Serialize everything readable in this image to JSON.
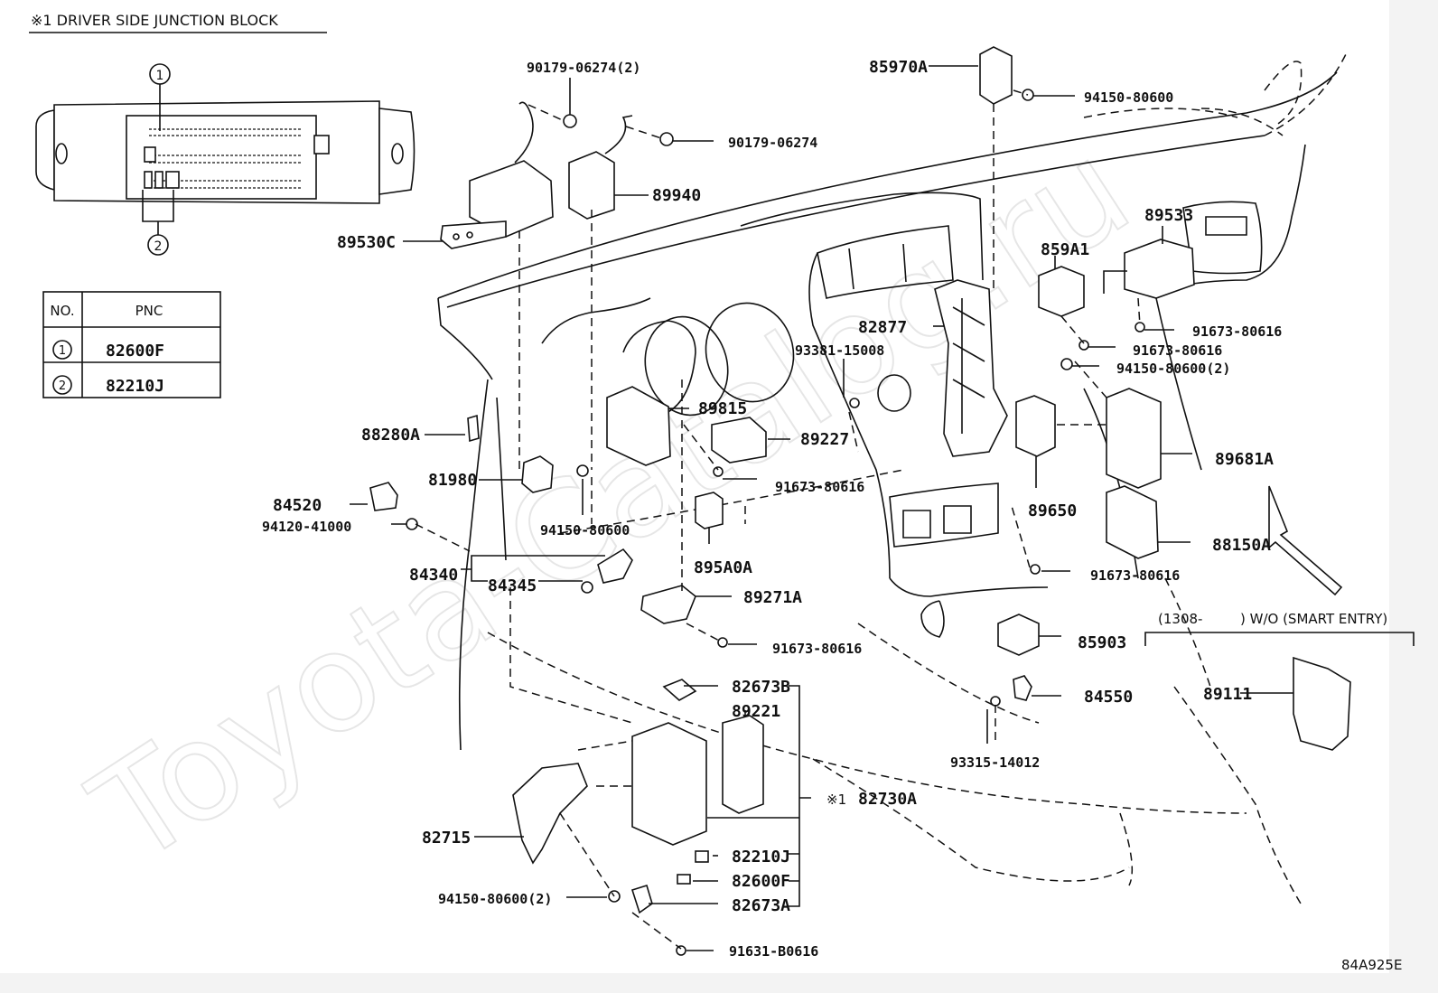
{
  "diagram": {
    "code": "84A925E",
    "watermark": "Toyota-Catalog.ru",
    "inset": {
      "title": "※1  DRIVER SIDE JUNCTION BLOCK",
      "callouts": [
        "1",
        "2"
      ],
      "table": {
        "headers": [
          "NO.",
          "PNC"
        ],
        "rows": [
          {
            "no": "1",
            "pnc": "82600F"
          },
          {
            "no": "2",
            "pnc": "82210J"
          }
        ]
      }
    },
    "variant_note": {
      "range": "(1308-",
      "condition": ") W/O (SMART ENTRY)"
    },
    "parts": {
      "p90179_06274_2": "90179-06274(2)",
      "p90179_06274": "90179-06274",
      "p89940": "89940",
      "p89530C": "89530C",
      "p85970A": "85970A",
      "p94150_80600_top": "94150-80600",
      "p89533": "89533",
      "p859A1": "859A1",
      "p82877": "82877",
      "p91673_80616_a": "91673-80616",
      "p91673_80616_b": "91673-80616",
      "p94150_80600_2_mid": "94150-80600(2)",
      "p93381_15008": "93381-15008",
      "p89815": "89815",
      "p89227": "89227",
      "p88280A": "88280A",
      "p81980": "81980",
      "p91673_80616_c": "91673-80616",
      "p84520": "84520",
      "p94120_41000": "94120-41000",
      "p94150_80600_left": "94150-80600",
      "p89681A": "89681A",
      "p89650": "89650",
      "p88150A": "88150A",
      "p895A0A": "895A0A",
      "p84340": "84340",
      "p84345": "84345",
      "p91673_80616_d": "91673-80616",
      "p89271A": "89271A",
      "p91673_80616_e": "91673-80616",
      "p85903": "85903",
      "p89111": "89111",
      "p82673B": "82673B",
      "p89221": "89221",
      "p84550": "84550",
      "p93315_14012": "93315-14012",
      "p82730A_mark": "※1",
      "p82730A": "82730A",
      "p82715": "82715",
      "p82210J": "82210J",
      "p82600F": "82600F",
      "p94150_80600_2_bot": "94150-80600(2)",
      "p82673A": "82673A",
      "p91631_B0616": "91631-B0616"
    }
  }
}
